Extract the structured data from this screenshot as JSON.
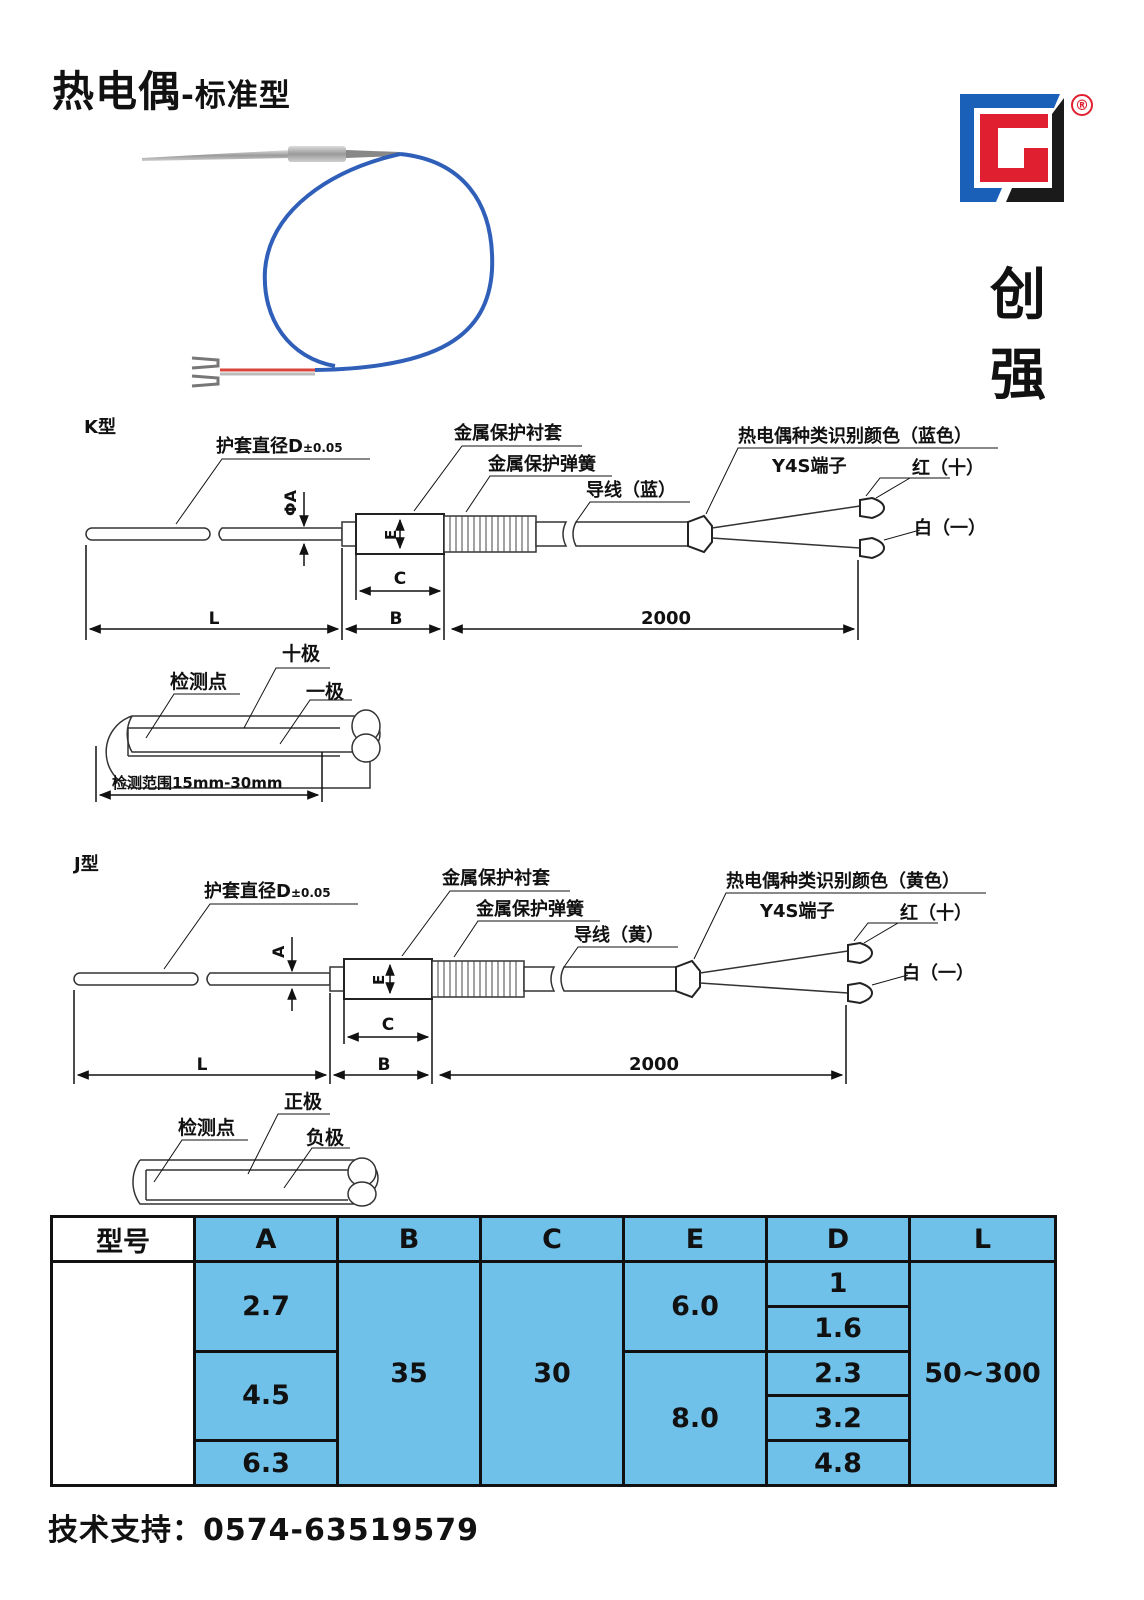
{
  "header": {
    "title_main": "热电偶",
    "title_sub": "-标准型"
  },
  "brand": {
    "registered_mark": "®",
    "name_char_1": "创",
    "name_char_2": "强",
    "colors": {
      "blue": "#1a5fb8",
      "red": "#e02030",
      "black": "#1a1a1a"
    }
  },
  "k_type": {
    "label": "K型",
    "sheath_diameter": "护套直径D",
    "tolerance": "±0.05",
    "dim_phi_a": "ΦA",
    "metal_sleeve": "金属保护衬套",
    "metal_spring": "金属保护弹簧",
    "lead_wire": "导线（蓝）",
    "color_code": "热电偶种类识别颜色（蓝色）",
    "terminal": "Y4S端子",
    "positive": "红（十）",
    "negative": "白（一）",
    "dim_e": "E",
    "dim_c": "C",
    "dim_l": "L",
    "dim_b": "B",
    "dim_length": "2000",
    "pole_positive": "十极",
    "detect_point": "检测点",
    "pole_negative": "一极",
    "detect_range": "检测范围15mm-30mm"
  },
  "j_type": {
    "label": "J型",
    "sheath_diameter": "护套直径D",
    "tolerance": "±0.05",
    "dim_a": "A",
    "metal_sleeve": "金属保护衬套",
    "metal_spring": "金属保护弹簧",
    "lead_wire": "导线（黄）",
    "color_code": "热电偶种类识别颜色（黄色）",
    "terminal": "Y4S端子",
    "positive": "红（十）",
    "negative": "白（一）",
    "dim_e": "E",
    "dim_c": "C",
    "dim_l": "L",
    "dim_b": "B",
    "dim_length": "2000",
    "pole_positive": "正极",
    "detect_point": "检测点",
    "pole_negative": "负极"
  },
  "spec_table": {
    "headers": [
      "型号",
      "A",
      "B",
      "C",
      "E",
      "D",
      "L"
    ],
    "a_values": [
      "2.7",
      "4.5",
      "6.3"
    ],
    "b_value": "35",
    "c_value": "30",
    "e_values": [
      "6.0",
      "8.0"
    ],
    "d_values": [
      "1",
      "1.6",
      "2.3",
      "3.2",
      "4.8"
    ],
    "l_value": "50~300",
    "header_color": "#70c1ea"
  },
  "footer": {
    "contact": "技术支持：0574-63519579"
  }
}
